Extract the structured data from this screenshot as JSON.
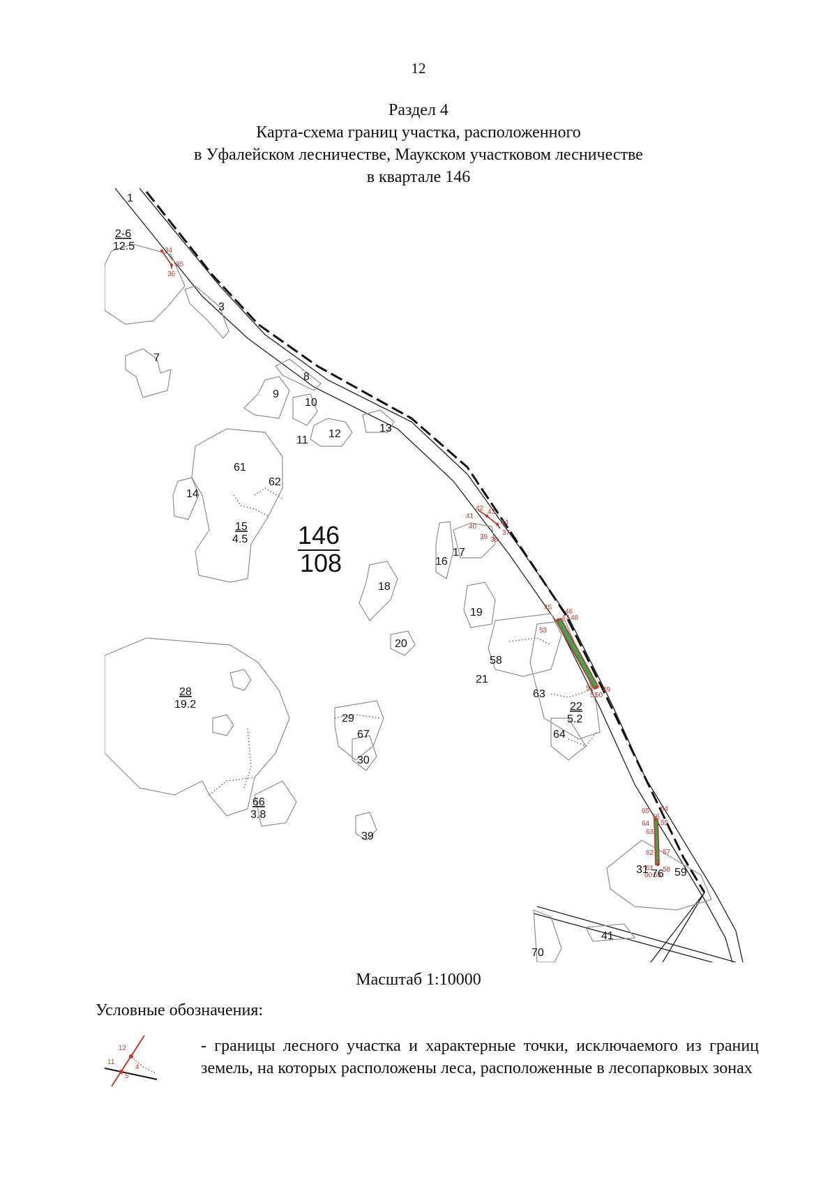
{
  "page_number": "12",
  "title": {
    "line1": "Раздел 4",
    "line2": "Карта-схема границ участка, расположенного",
    "line3": "в Уфалейском лесничестве, Маукском участковом лесничестве",
    "line4": "в квартале 146"
  },
  "map": {
    "quarter": {
      "number": "146",
      "area": "108"
    },
    "parcels": {
      "p1": "1",
      "p26": "2-6",
      "p26_area": "12.5",
      "p3": "3",
      "p7": "7",
      "p8": "8",
      "p9": "9",
      "p10": "10",
      "p11": "11",
      "p12": "12",
      "p13": "13",
      "p14": "14",
      "p15": "15",
      "p15_area": "4.5",
      "p16": "16",
      "p17": "17",
      "p18": "18",
      "p19": "19",
      "p20": "20",
      "p21": "21",
      "p22": "22",
      "p22_area": "5.2",
      "p28": "28",
      "p28_area": "19.2",
      "p29": "29",
      "p30": "30",
      "p31": "31",
      "p39": "39",
      "p41": "41",
      "p58": "58",
      "p59": "59",
      "p61": "61",
      "p62": "62",
      "p63": "63",
      "p64": "64",
      "p66": "66",
      "p66_area": "3.8",
      "p67": "67",
      "p70": "70",
      "p76": "76"
    },
    "points": {
      "a34": "34",
      "a35": "35",
      "a36": "36",
      "b37": "37",
      "b38": "38",
      "b39": "39",
      "b40": "40",
      "b41": "41",
      "b42": "42",
      "b43": "43",
      "b44": "44",
      "c45": "45",
      "c46": "46",
      "c47": "47",
      "c48": "48",
      "c49": "49",
      "c50": "50",
      "c51": "51",
      "c52": "52",
      "c53": "53",
      "d54": "54",
      "d55": "55",
      "d56": "56",
      "d57": "57",
      "d58": "58",
      "d59": "59",
      "d60": "60",
      "d61": "61",
      "d62": "62",
      "d63": "63",
      "d64": "64",
      "d65": "65"
    },
    "colors": {
      "boundary": "#c0392b",
      "fill": "#3aa655",
      "road": "#222222",
      "contour": "#8e8e8e"
    }
  },
  "scale": "Масштаб 1:10000",
  "legend": {
    "title": "Условные обозначения:",
    "icon_points": {
      "p12": "12",
      "p11": "11",
      "p4": "4",
      "p5": "5"
    },
    "description": "- границы лесного участка и характерные точки, исключаемого из границ земель, на которых расположены леса, расположенные в лесопарковых зонах"
  }
}
